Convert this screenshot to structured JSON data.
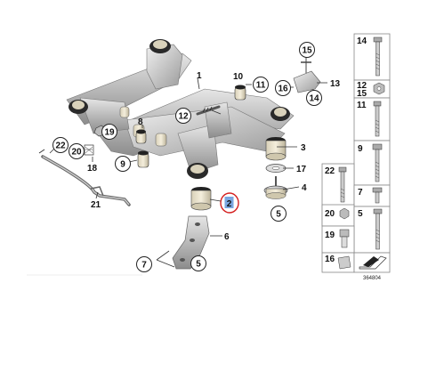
{
  "diagram": {
    "labels_main": {
      "p1": "1",
      "p2": "2",
      "p3": "3",
      "p4": "4",
      "p5a": "5",
      "p5b": "5",
      "p6": "6",
      "p7": "7",
      "p8": "8",
      "p9": "9",
      "p10": "10",
      "p11": "11",
      "p12": "12",
      "p13": "13",
      "p14": "14",
      "p15": "15",
      "p16": "16",
      "p17": "17",
      "p18": "18",
      "p19": "19",
      "p20": "20",
      "p21": "21",
      "p22": "22"
    },
    "labels_sidebar": {
      "s14": "14",
      "s12": "12",
      "s15": "15",
      "s11": "11",
      "s9": "9",
      "s22": "22",
      "s7": "7",
      "s20": "20",
      "s5": "5",
      "s19": "19",
      "s16": "16"
    },
    "drawing_number": "364804",
    "highlight_color": "#d42020",
    "highlight_fill": "#7aa6e0"
  }
}
